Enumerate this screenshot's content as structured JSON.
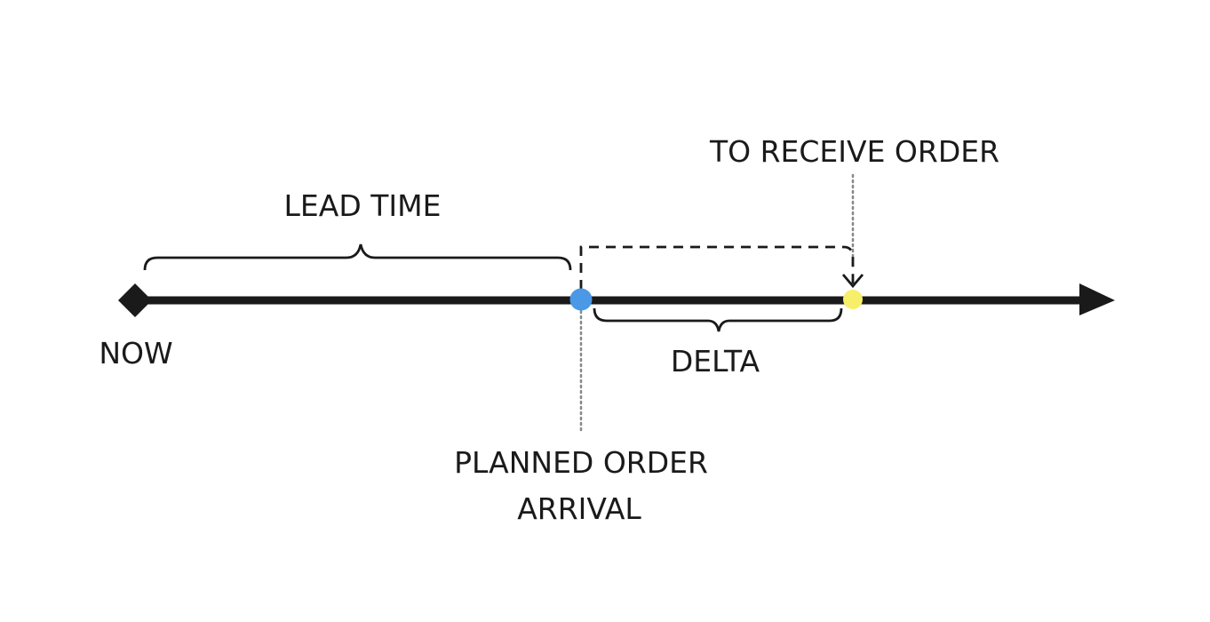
{
  "diagram": {
    "title": "Lead time vs. order receipt timeline",
    "colors": {
      "line": "#1a1a1a",
      "planned_marker": "#4a98e6",
      "receive_marker": "#f7ef6a",
      "guide": "#888888"
    },
    "nodes": [
      {
        "id": "now",
        "label": "NOW",
        "shape": "diamond"
      },
      {
        "id": "planned",
        "label_lines": [
          "PLANNED ORDER",
          "ARRIVAL"
        ],
        "shape": "circle"
      },
      {
        "id": "receive",
        "label": "TO RECEIVE ORDER",
        "shape": "circle"
      }
    ],
    "spans": [
      {
        "id": "lead-time",
        "label": "LEAD TIME",
        "from": "now",
        "to": "planned",
        "side": "above"
      },
      {
        "id": "delta",
        "label": "DELTA",
        "from": "planned",
        "to": "receive",
        "side": "below"
      }
    ],
    "connector": {
      "from": "planned",
      "to": "receive",
      "style": "dashed",
      "arrow": "end"
    },
    "timeline": {
      "direction": "right",
      "arrow": true
    }
  }
}
